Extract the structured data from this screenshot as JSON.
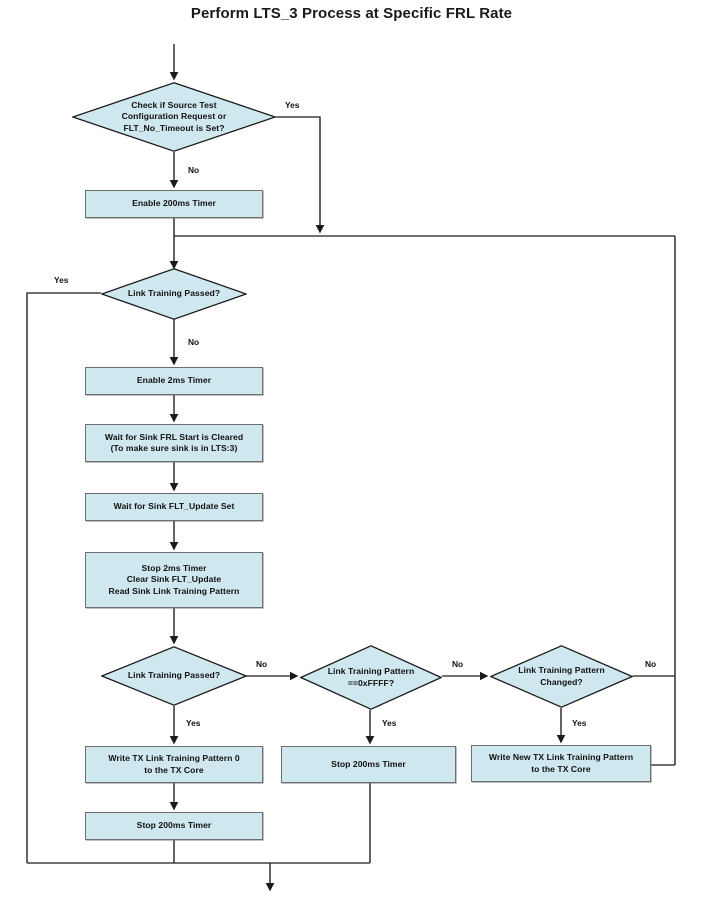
{
  "diagram": {
    "title": "Perform LTS_3 Process at Specific FRL Rate",
    "type": "flowchart",
    "colors": {
      "node_fill": "#cfe8ef",
      "node_stroke": "#6d6d6d",
      "edge_stroke": "#1a1a1a",
      "text": "#111111",
      "background": "#ffffff"
    },
    "nodes": {
      "check_source_test": {
        "shape": "decision",
        "text": "Check if Source Test\nConfiguration Request or\nFLT_No_Timeout is Set?",
        "line1": "Check if Source Test",
        "line2": "Configuration Request or",
        "line3": "FLT_No_Timeout is Set?"
      },
      "enable_200ms_timer": {
        "shape": "process",
        "text": "Enable 200ms Timer"
      },
      "link_training_passed_1": {
        "shape": "decision",
        "text": "Link Training Passed?"
      },
      "enable_2ms_timer": {
        "shape": "process",
        "text": "Enable 2ms Timer"
      },
      "wait_sink_frl_start_cleared": {
        "shape": "process",
        "line1": "Wait for Sink FRL Start is Cleared",
        "line2": "(To make sure sink is in LTS:3)"
      },
      "wait_sink_flt_update_set": {
        "shape": "process",
        "text": "Wait for Sink FLT_Update Set"
      },
      "stop_2ms_timer_group": {
        "shape": "process",
        "line1": "Stop 2ms Timer",
        "line2": "Clear Sink FLT_Update",
        "line3": "Read Sink Link Training Pattern"
      },
      "link_training_passed_2": {
        "shape": "decision",
        "text": "Link Training Passed?"
      },
      "link_training_pattern_ffff": {
        "shape": "decision",
        "line1": "Link Training Pattern",
        "line2": "==0xFFFF?"
      },
      "link_training_pattern_changed": {
        "shape": "decision",
        "line1": "Link Training Pattern",
        "line2": "Changed?"
      },
      "write_tx_pattern_0": {
        "shape": "process",
        "line1": "Write TX Link Training Pattern 0",
        "line2": "to the TX Core"
      },
      "stop_200ms_timer_left": {
        "shape": "process",
        "text": "Stop 200ms Timer"
      },
      "stop_200ms_timer_mid": {
        "shape": "process",
        "text": "Stop 200ms Timer"
      },
      "write_new_tx_pattern": {
        "shape": "process",
        "line1": "Write New TX Link Training Pattern",
        "line2": "to the TX Core"
      }
    },
    "edge_labels": {
      "check_yes": "Yes",
      "check_no": "No",
      "ltp1_yes": "Yes",
      "ltp1_no": "No",
      "ltp2_no": "No",
      "ltp2_yes": "Yes",
      "ffff_no": "No",
      "ffff_yes": "Yes",
      "changed_no": "No",
      "changed_yes": "Yes"
    }
  }
}
